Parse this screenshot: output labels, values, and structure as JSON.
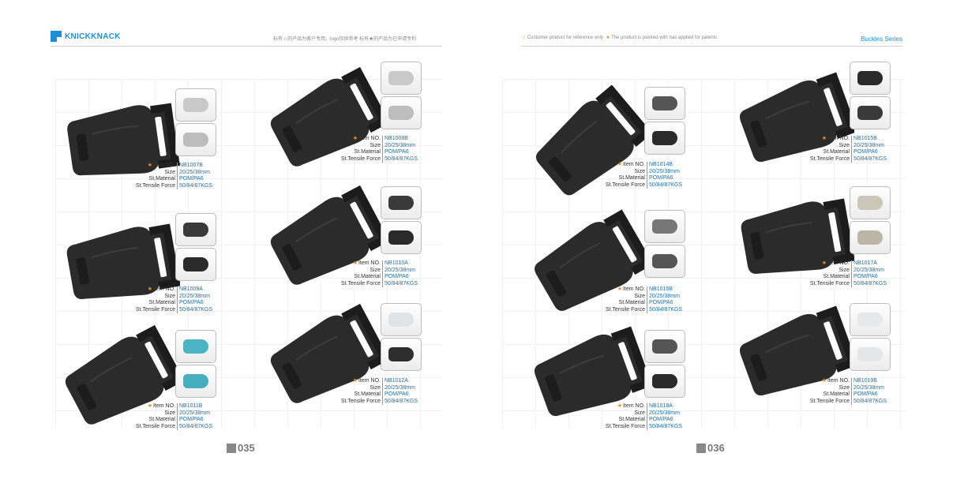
{
  "brand": "KNICKKNACK",
  "left_page": {
    "note_cn": "标有☺的产品为客户专用，logo仅供参考    标有★的产品为已申请专利",
    "page_number": "035",
    "items": [
      {
        "item_no": "NB1007B",
        "size": "20/25/38mm",
        "material": "POM/PA6",
        "force": "50/84/87KGS"
      },
      {
        "item_no": "NB1008B",
        "size": "20/25/38mm",
        "material": "POM/PA6",
        "force": "50/84/87KGS"
      },
      {
        "item_no": "NB1009A",
        "size": "20/25/38mm",
        "material": "POM/PA6",
        "force": "50/84/87KGS"
      },
      {
        "item_no": "NB1010A",
        "size": "20/25/38mm",
        "material": "POM/PA6",
        "force": "50/84/87KGS"
      },
      {
        "item_no": "NB1011B",
        "size": "20/25/38mm",
        "material": "POM/PA6",
        "force": "50/84/87KGS"
      },
      {
        "item_no": "NB1012A",
        "size": "20/25/38mm",
        "material": "POM/PA6",
        "force": "50/84/87KGS"
      }
    ]
  },
  "right_page": {
    "note_customer": "Customer product for reference only",
    "note_patent": "The product is painted with has applied for patents",
    "series": "Buckles Series",
    "page_number": "036",
    "items": [
      {
        "item_no": "NB1014B",
        "size": "20/25/38mm",
        "material": "POM/PA6",
        "force": "50/84/87KGS"
      },
      {
        "item_no": "NB1015B",
        "size": "20/25/38mm",
        "material": "POM/PA6",
        "force": "50/84/87KGS"
      },
      {
        "item_no": "NB1016B",
        "size": "20/25/38mm",
        "material": "POM/PA6",
        "force": "50/84/87KGS"
      },
      {
        "item_no": "NB1017A",
        "size": "20/25/38mm",
        "material": "POM/PA6",
        "force": "50/84/87KGS"
      },
      {
        "item_no": "NB1018A",
        "size": "20/25/38mm",
        "material": "POM/PA6",
        "force": "50/84/87KGS"
      },
      {
        "item_no": "NB1019B",
        "size": "20/25/38mm",
        "material": "POM/PA6",
        "force": "50/84/87KGS"
      }
    ]
  },
  "labels": {
    "item_no": "Item NO.",
    "size": "Size",
    "material": "St.Material",
    "force": "St.Tensile Force"
  },
  "colors": {
    "accent": "#1e8fd6",
    "star": "#f08c1e",
    "buckle": "#2a2a2a"
  }
}
